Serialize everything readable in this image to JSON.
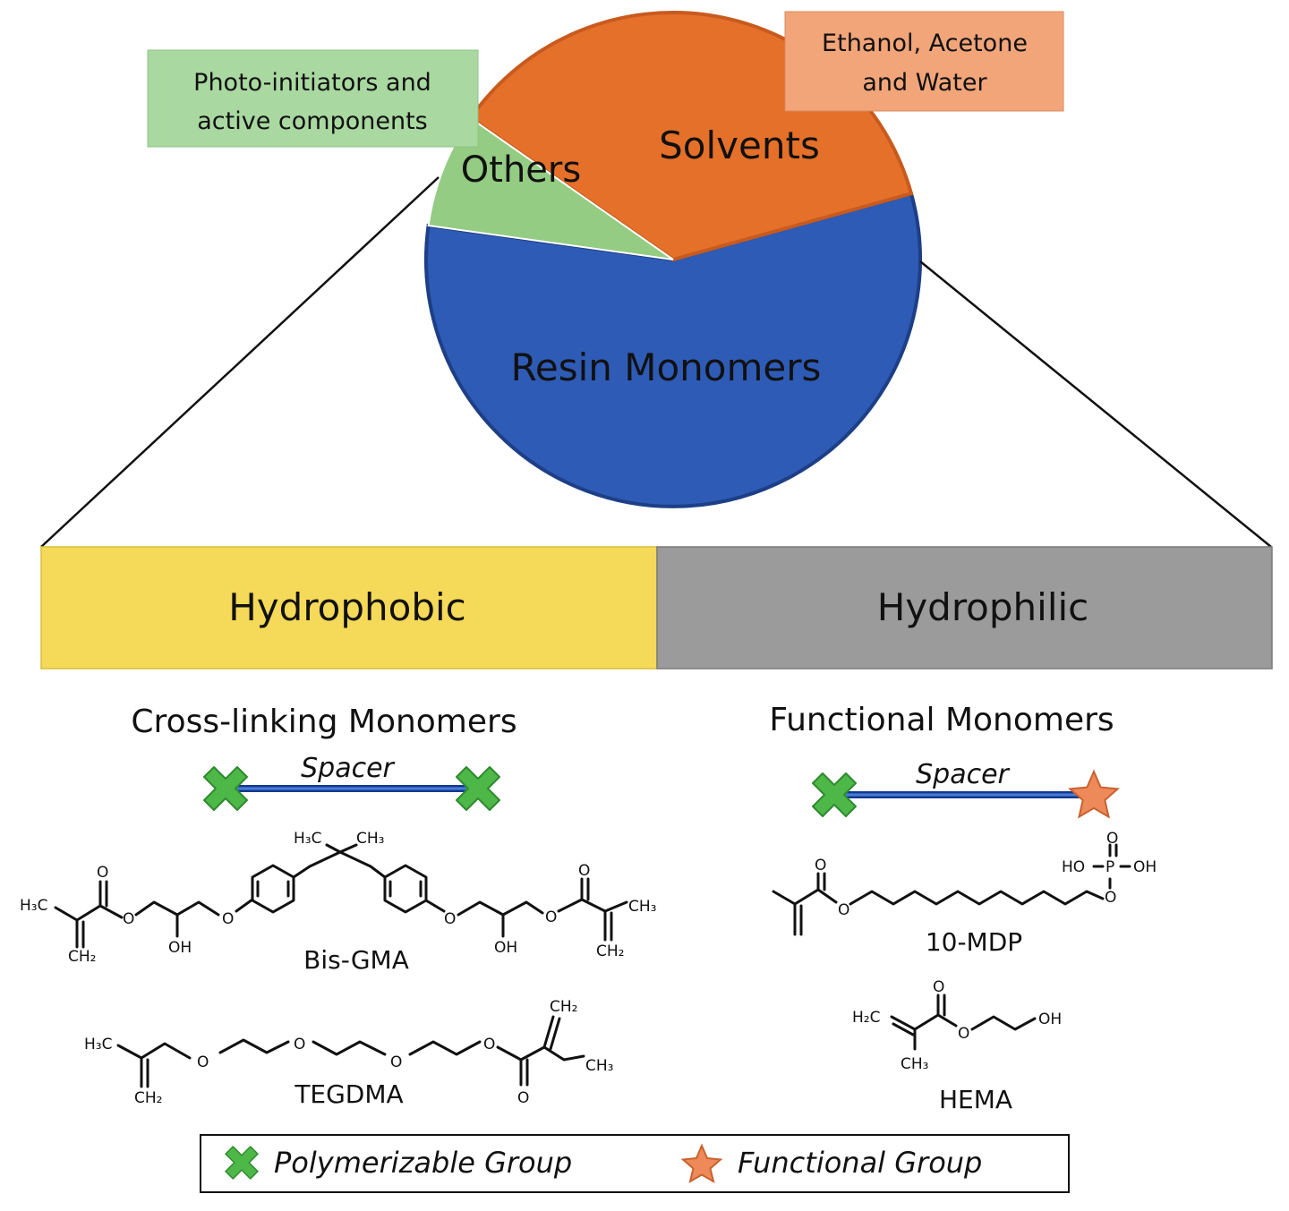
{
  "pie": {
    "segments": [
      {
        "label": "Solvents",
        "fraction": 0.36,
        "color": "#E5702A"
      },
      {
        "label": "Resin Monomers",
        "fraction": 0.565,
        "color": "#2E5BB5"
      },
      {
        "label": "Others",
        "fraction": 0.075,
        "color": "#93CC82"
      }
    ],
    "callouts": {
      "others_line1": "Photo-initiators and",
      "others_line2": "active components",
      "solvents_line1": "Ethanol, Acetone",
      "solvents_line2": "and Water"
    }
  },
  "categories": {
    "left": {
      "label": "Hydrophobic",
      "color": "#F5D958",
      "subtitle": "Cross-linking Monomers"
    },
    "right": {
      "label": "Hydrophilic",
      "color": "#9B9B9B",
      "subtitle": "Functional Monomers"
    }
  },
  "schematic": {
    "spacer_label": "Spacer"
  },
  "molecules": {
    "bisgma": {
      "name": "Bis-GMA",
      "h3c_left": "H₃C",
      "ch2_left": "CH₂",
      "o": "O",
      "oh": "OH",
      "h3c_top": "H₃C",
      "ch3_top": "CH₃",
      "ch3_right": "CH₃",
      "ch2_right": "CH₂"
    },
    "tegdma": {
      "name": "TEGDMA",
      "h3c": "H₃C",
      "ch2": "CH₂",
      "o": "O",
      "ch2_top": "CH₂",
      "ch3": "CH₃"
    },
    "mdp": {
      "name": "10-MDP",
      "o": "O",
      "ho": "HO",
      "p": "P",
      "oh": "OH"
    },
    "hema": {
      "name": "HEMA",
      "h2c": "H₂C",
      "o": "O",
      "oh": "OH",
      "ch3": "CH₃"
    }
  },
  "legend": {
    "polymerizable": "Polymerizable Group",
    "functional": "Functional Group",
    "cross_color": "#4DB848",
    "star_color": "#EE8A5A"
  }
}
